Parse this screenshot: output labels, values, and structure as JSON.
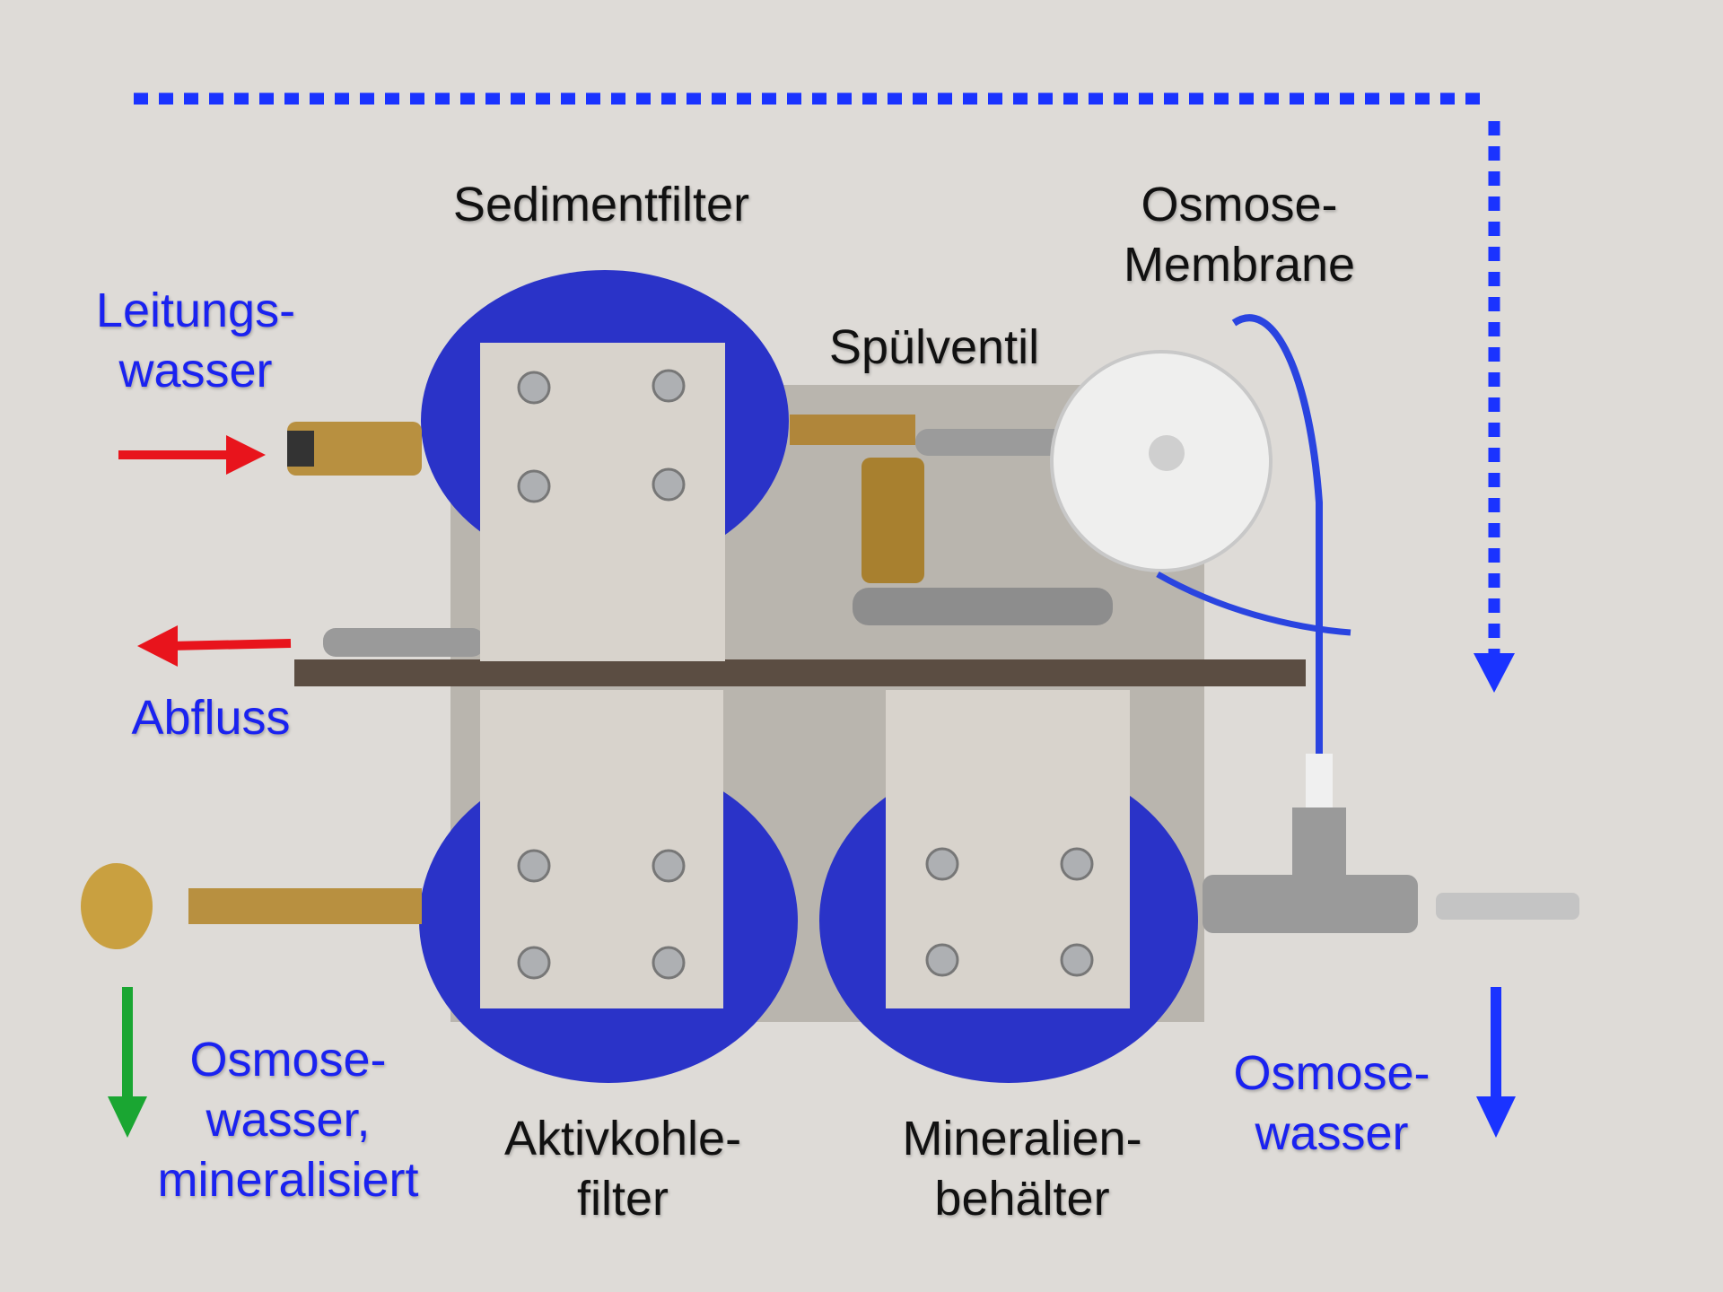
{
  "labels": {
    "sediment_filter": "Sedimentfilter",
    "osmosis_membrane": [
      "Osmose-",
      "Membrane"
    ],
    "flush_valve": "Spülventil",
    "tap_water": [
      "Leitungs-",
      "wasser"
    ],
    "drain": "Abfluss",
    "mineralized_water": [
      "Osmose-",
      "wasser,",
      "mineralisiert"
    ],
    "activated_carbon_filter": [
      "Aktivkohle-",
      "filter"
    ],
    "mineral_container": [
      "Mineralien-",
      "behälter"
    ],
    "osmosis_water": [
      "Osmose-",
      "wasser"
    ]
  },
  "colors": {
    "background": "#dedbd7",
    "inflow_arrow": "#e8141c",
    "drain_arrow": "#e8141c",
    "mineralized_arrow": "#1aa632",
    "osmosis_arrow": "#1a33ff",
    "filter_housing": "#2a33c8",
    "label_blue": "#1a22f0"
  }
}
